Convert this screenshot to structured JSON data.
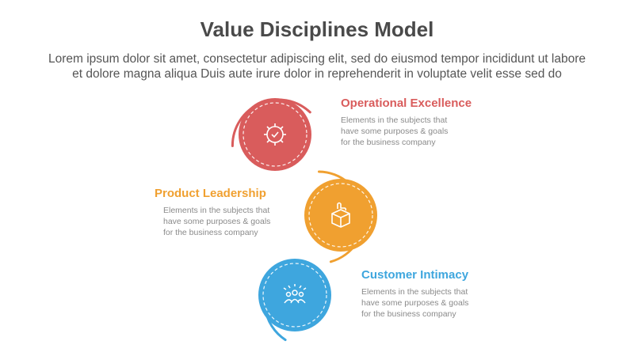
{
  "header": {
    "title": "Value Disciplines Model",
    "subtitle_line1": "Lorem ipsum dolor sit amet, consectetur adipiscing elit, sed do eiusmod tempor incididunt ut labore",
    "subtitle_line2": "et dolore magna aliqua Duis aute irure dolor in reprehenderit in voluptate velit esse sed do"
  },
  "items": [
    {
      "title": "Operational Excellence",
      "desc1": "Elements in the subjects that",
      "desc2": "have  some purposes & goals",
      "desc3": "for the  business company",
      "color": "#d95c5c",
      "icon": "gear-check-icon"
    },
    {
      "title": "Product Leadership",
      "desc1": "Elements in the subjects that",
      "desc2": "have  some purposes & goals",
      "desc3": "for the  business company",
      "color": "#f0a030",
      "icon": "hand-box-icon"
    },
    {
      "title": "Customer Intimacy",
      "desc1": "Elements in the subjects that",
      "desc2": "have  some purposes & goals",
      "desc3": "for the  business company",
      "color": "#3ea6de",
      "icon": "people-group-icon"
    }
  ]
}
